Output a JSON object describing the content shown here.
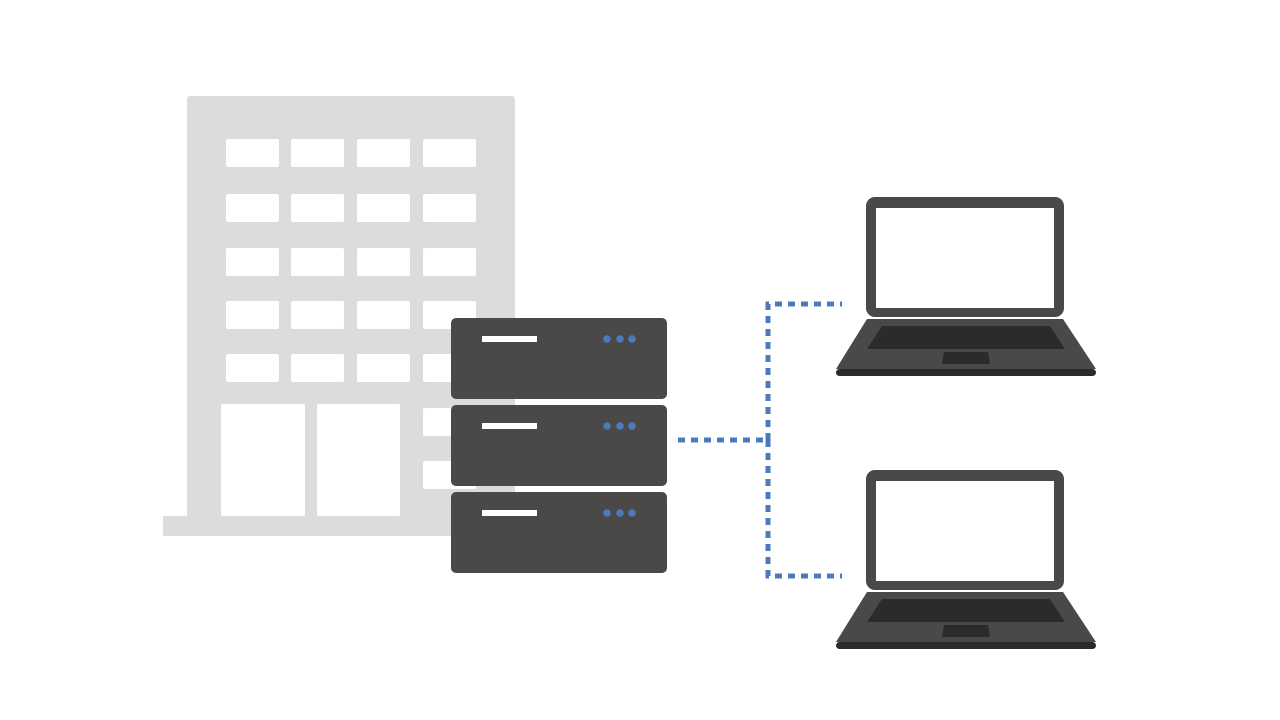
{
  "diagram": {
    "nodes": [
      {
        "id": "office-building",
        "icon": "building-icon"
      },
      {
        "id": "server-rack",
        "icon": "server-rack-icon",
        "units": 3
      },
      {
        "id": "laptop-top",
        "icon": "laptop-icon"
      },
      {
        "id": "laptop-bottom",
        "icon": "laptop-icon"
      }
    ],
    "edges": [
      {
        "from": "server-rack",
        "to": "laptop-top",
        "style": "dotted"
      },
      {
        "from": "server-rack",
        "to": "laptop-bottom",
        "style": "dotted"
      }
    ]
  },
  "colors": {
    "background": "#ffffff",
    "building": "#dcdcdc",
    "building_window": "#ffffff",
    "server_body": "#4b4848",
    "server_slot": "#ffffff",
    "server_led": "#4a7bbd",
    "connector": "#4a7bbd",
    "laptop_body": "#4b4848",
    "laptop_screen": "#ffffff",
    "laptop_keyboard": "#2b2b2b",
    "laptop_base_edge": "#2b2b2b"
  }
}
